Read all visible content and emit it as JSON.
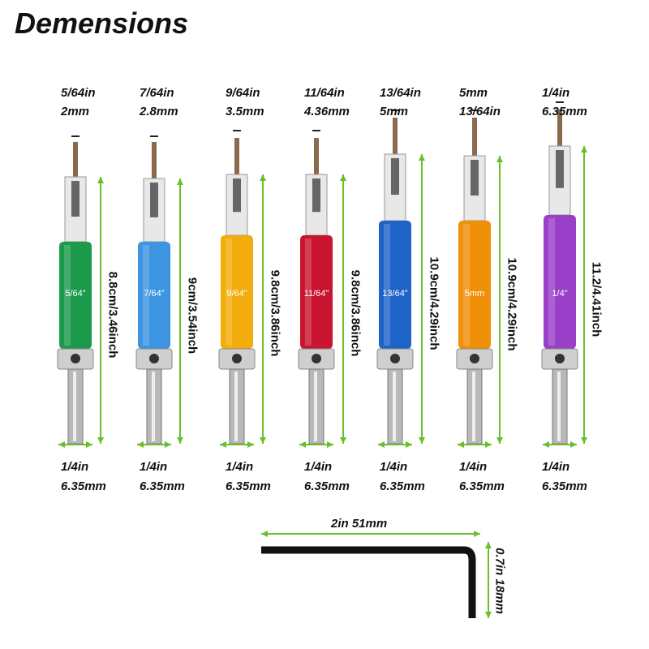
{
  "title": "Demensions",
  "bits": [
    {
      "size_in": "5/64in",
      "size_mm": "2mm",
      "sleeve_label": "5/64\"",
      "length": "8.8cm/3.46inch",
      "shank_in": "1/4in",
      "shank_mm": "6.35mm",
      "color": "#1a9a4a"
    },
    {
      "size_in": "7/64in",
      "size_mm": "2.8mm",
      "sleeve_label": "7/64\"",
      "length": "9cm/3.54inch",
      "shank_in": "1/4in",
      "shank_mm": "6.35mm",
      "color": "#3d94e0"
    },
    {
      "size_in": "9/64in",
      "size_mm": "3.5mm",
      "sleeve_label": "9/64\"",
      "length": "9.8cm/3.86inch",
      "shank_in": "1/4in",
      "shank_mm": "6.35mm",
      "color": "#f2ad0c"
    },
    {
      "size_in": "11/64in",
      "size_mm": "4.36mm",
      "sleeve_label": "11/64\"",
      "length": "9.8cm/3.86inch",
      "shank_in": "1/4in",
      "shank_mm": "6.35mm",
      "color": "#c8142e"
    },
    {
      "size_in": "13/64in",
      "size_mm": "5mm",
      "sleeve_label": "13/64\"",
      "length": "10.9cm/4.29inch",
      "shank_in": "1/4in",
      "shank_mm": "6.35mm",
      "color": "#1e63c8"
    },
    {
      "size_in": "5mm",
      "size_mm": "13/64in",
      "sleeve_label": "5mm",
      "length": "10.9cm/4.29inch",
      "shank_in": "1/4in",
      "shank_mm": "6.35mm",
      "color": "#f08f08"
    },
    {
      "size_in": "1/4in",
      "size_mm": "6.35mm",
      "sleeve_label": "1/4\"",
      "length": "11.2/4.41inch",
      "shank_in": "1/4in",
      "shank_mm": "6.35mm",
      "color": "#9a3fc8"
    }
  ],
  "hex_key": {
    "length": "2in  51mm",
    "height": "0.7in  18mm"
  },
  "colors": {
    "arrow": "#6abf2a"
  }
}
